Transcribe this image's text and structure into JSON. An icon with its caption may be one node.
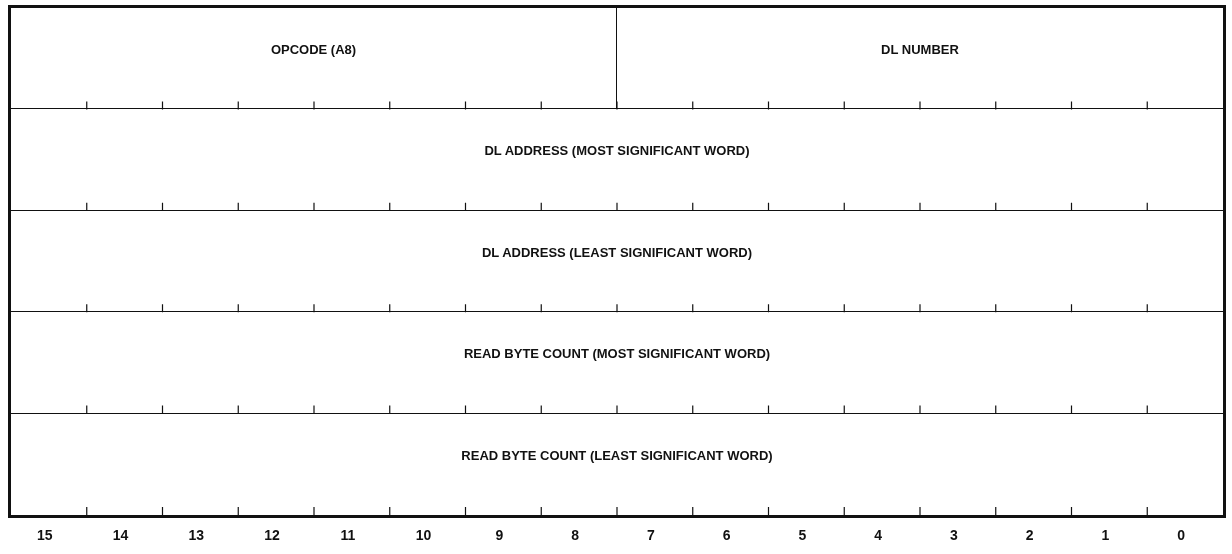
{
  "diagram": {
    "nodes": [
      {
        "text": [
          "OPCODE (A8)"
        ]
      },
      {
        "text": [
          "DL NUMBER"
        ]
      },
      {
        "text": [
          "DL ADDRESS (MOST SIGNIFICANT WORD)"
        ]
      },
      {
        "text": [
          "DL ADDRESS (LEAST SIGNIFICANT WORD)"
        ]
      },
      {
        "text": [
          "READ BYTE COUNT (MOST SIGNIFICANT WORD)"
        ]
      },
      {
        "text": [
          "READ BYTE COUNT (LEAST SIGNIFICANT WORD)"
        ]
      }
    ],
    "labels": [
      "15",
      "14",
      "13",
      "12",
      "11",
      "10",
      "9",
      "8",
      "7",
      "6",
      "5",
      "4",
      "3",
      "2",
      "1",
      "0"
    ]
  }
}
